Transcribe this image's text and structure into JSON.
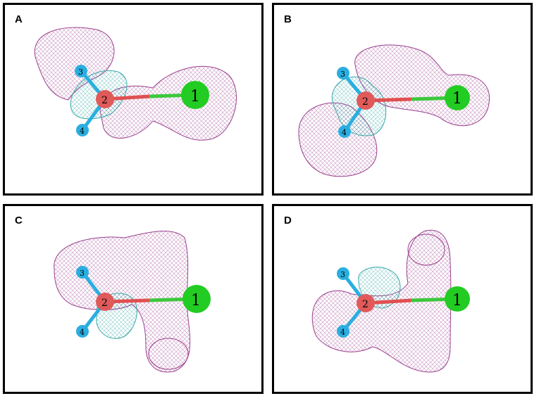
{
  "panels": [
    {
      "label": "A",
      "atoms": [
        "1",
        "2",
        "3",
        "4"
      ]
    },
    {
      "label": "B",
      "atoms": [
        "1",
        "2",
        "3",
        "4"
      ]
    },
    {
      "label": "C",
      "atoms": [
        "1",
        "2",
        "3",
        "4"
      ]
    },
    {
      "label": "D",
      "atoms": [
        "1",
        "2",
        "3",
        "4"
      ]
    }
  ],
  "colors": {
    "lobe_magenta": "#9b3f8f",
    "lobe_cyan": "#3aa8a8",
    "atom_chlorine": "#22cc22",
    "atom_carbon": "#e05a5a",
    "atom_hydrogen": "#2aaee0",
    "bond_red": "#e05050",
    "bond_green": "#3cc83c"
  }
}
